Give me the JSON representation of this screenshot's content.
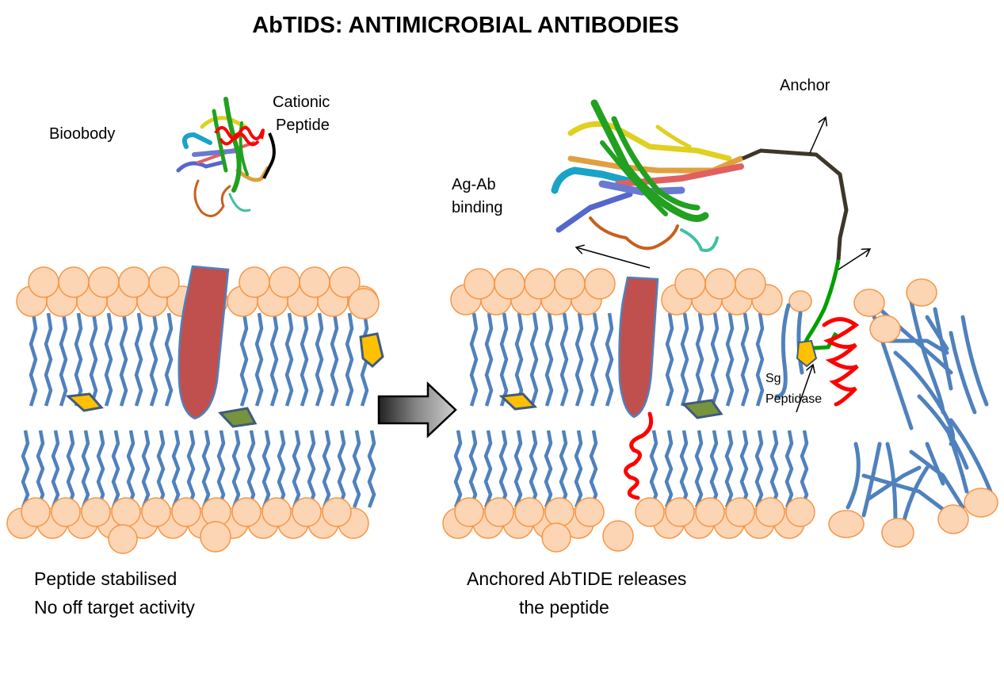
{
  "title": "AbTIDS: ANTIMICROBIAL ANTIBODIES",
  "labels": {
    "bioobody": "Bioobody",
    "cationic_1": "Cationic",
    "cationic_2": "Peptide",
    "anchor": "Anchor",
    "agab_1": "Ag-Ab",
    "agab_2": "binding",
    "sg_1": "Sg",
    "sg_2": "Peptidase"
  },
  "captions": {
    "left_1": "Peptide stabilised",
    "left_2": "No off target activity",
    "right_1": "Anchored AbTIDE releases",
    "right_2": "the peptide"
  },
  "colors": {
    "lipid_head_fill": "#fcd5b4",
    "lipid_head_stroke": "#f79646",
    "lipid_tail": "#4f81bd",
    "membrane_protein": "#c0504d",
    "protein_outline": "#4f81bd",
    "yellow_protein": "#ffc000",
    "olive_protein": "#77933c",
    "cationic_peptide": "#ff0000",
    "anchor_linker": "#3d3729",
    "anchor_green": "#00a000",
    "arrow_gray": "#555555"
  },
  "icons": [
    "antibody-ribbon-icon",
    "process-arrow-icon",
    "helix-peptide-icon"
  ]
}
